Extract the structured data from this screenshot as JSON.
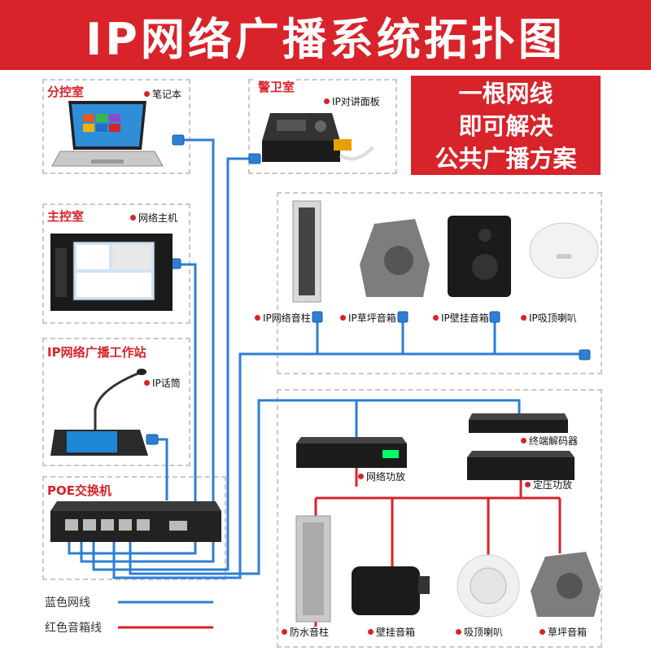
{
  "title": "IP网络广播系统拓扑图",
  "promo": [
    "一根网线",
    "即可解决",
    "公共广播方案"
  ],
  "rooms": {
    "branch": "分控室",
    "guard": "警卫室",
    "main": "主控室",
    "workstation": "IP网络广播工作站",
    "poe": "POE交换机"
  },
  "devices": {
    "notebook": "笔记本",
    "intercom": "IP对讲面板",
    "host": "网络主机",
    "mic": "IP话筒",
    "ip_column": "IP网络音柱",
    "ip_lawn": "IP草坪音箱",
    "ip_wall": "IP壁挂音箱",
    "ip_ceiling": "IP吸顶喇叭",
    "decoder": "终端解码器",
    "net_amp": "网络功放",
    "const_amp": "定压功放",
    "waterproof": "防水音柱",
    "wall": "壁挂音箱",
    "ceiling": "吸顶喇叭",
    "lawn": "草坪音箱"
  },
  "legend": {
    "blue": "蓝色网线",
    "red": "红色音箱线"
  },
  "colors": {
    "brand_red": "#d8232a",
    "net_blue": "#2d7fd3",
    "speaker_red": "#d8232a"
  }
}
